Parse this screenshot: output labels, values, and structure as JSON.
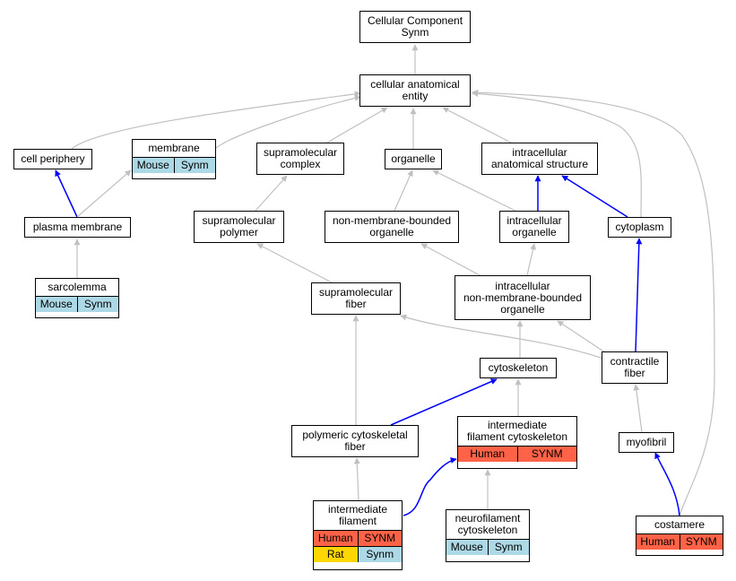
{
  "diagram": {
    "nodes": {
      "cc_synm": "Cellular Component\nSynm",
      "cae": "cellular anatomical\nentity",
      "cell_periphery": "cell periphery",
      "membrane": "membrane",
      "supramolecular_complex": "supramolecular\ncomplex",
      "organelle": "organelle",
      "intracellular_anatomical_structure": "intracellular\nanatomical structure",
      "plasma_membrane": "plasma membrane",
      "supramolecular_polymer": "supramolecular\npolymer",
      "nmb_organelle": "non-membrane-bounded\norganelle",
      "intracellular_organelle": "intracellular\norganelle",
      "cytoplasm": "cytoplasm",
      "sarcolemma": "sarcolemma",
      "supramolecular_fiber": "supramolecular\nfiber",
      "intracellular_nmb_organelle": "intracellular\nnon-membrane-bounded\norganelle",
      "cytoskeleton": "cytoskeleton",
      "contractile_fiber": "contractile\nfiber",
      "polymeric_cytoskeletal_fiber": "polymeric cytoskeletal\nfiber",
      "intermediate_filament_cytoskeleton": "intermediate\nfilament cytoskeleton",
      "myofibril": "myofibril",
      "intermediate_filament": "intermediate\nfilament",
      "neurofilament_cytoskeleton": "neurofilament\ncytoskeleton",
      "costamere": "costamere"
    },
    "badges": {
      "membrane": [
        [
          "Mouse",
          "Synm"
        ]
      ],
      "sarcolemma": [
        [
          "Mouse",
          "Synm"
        ]
      ],
      "intermediate_filament_cytoskeleton": [
        [
          "Human",
          "SYNM"
        ]
      ],
      "intermediate_filament": [
        [
          "Human",
          "SYNM"
        ],
        [
          "Rat",
          "Synm"
        ]
      ],
      "neurofilament_cytoskeleton": [
        [
          "Mouse",
          "Synm"
        ]
      ],
      "costamere": [
        [
          "Human",
          "SYNM"
        ]
      ]
    },
    "colors": {
      "mouse": "#add8e6",
      "human": "#ff6347",
      "rat": "#ffd700",
      "edge_is_a": "#c0c0c0",
      "edge_part_of": "#0000ff"
    }
  }
}
